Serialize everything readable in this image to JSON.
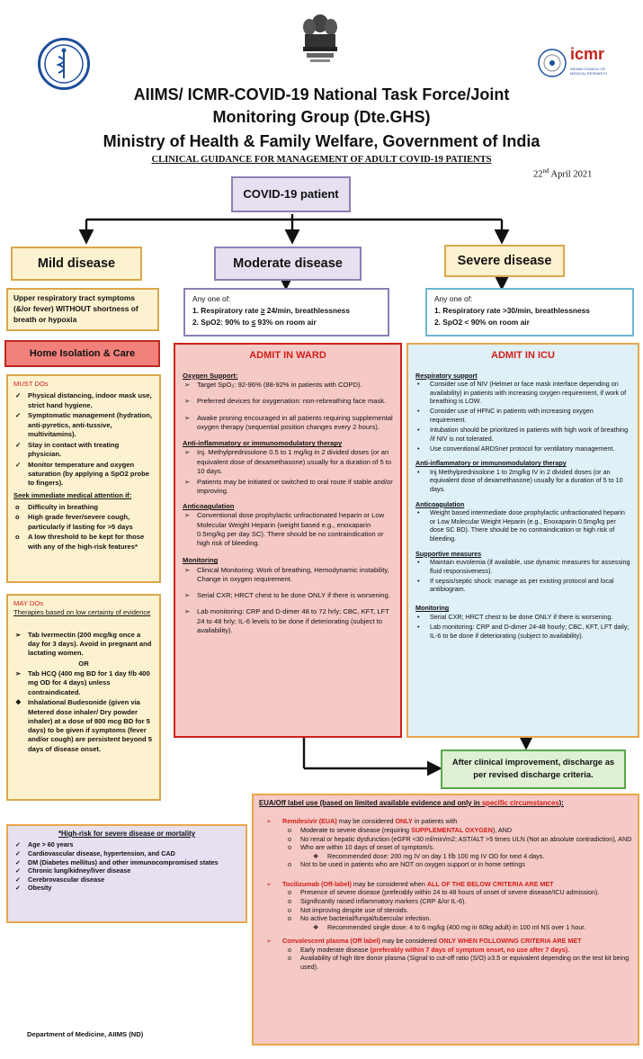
{
  "header": {
    "title_line1": "AIIMS/ ICMR-COVID-19 National Task Force/Joint",
    "title_line2": "Monitoring Group (Dte.GHS)",
    "title_line3": "Ministry of Health & Family Welfare, Government of India",
    "subtitle": "CLINICAL GUIDANCE FOR MANAGEMENT OF ADULT COVID-19 PATIENTS",
    "date_day": "22",
    "date_suffix": "nd",
    "date_rest": " April 2021",
    "icmr_logo_text": "icmr",
    "icmr_logo_subtext": "INDIAN COUNCIL OF MEDICAL RESEARCH",
    "colors": {
      "lavender": "#e6e0f1",
      "beige": "#fdf2cf",
      "pink": "#f5c9c6",
      "blue": "#dff0f6",
      "green": "#dff0d4"
    }
  },
  "root": {
    "label": "COVID-19 patient"
  },
  "mild": {
    "label": "Mild disease",
    "desc": "Upper respiratory tract symptoms (&/or fever) WITHOUT shortness of breath or hypoxia",
    "care_label": "Home Isolation & Care",
    "must_title": "MUST DOs",
    "must": [
      "Physical distancing, indoor mask use, strict hand hygiene.",
      "Symptomatic management (hydration, anti-pyretics, anti-tussive, multivitamins).",
      "Stay in contact with treating physician.",
      "Monitor temperature and oxygen saturation (by applying a SpO2 probe to fingers)."
    ],
    "seek_title": "Seek immediate medical attention if:",
    "seek": [
      "Difficulty in breathing",
      "High grade fever/severe cough, particularly if lasting for >5 days",
      "A low threshold to be kept for those with any of the high-risk features*"
    ],
    "may_title": "MAY DOs",
    "may_sub": "Therapies based on low certainty of evidence",
    "may_1": "Tab Ivermectin (200 mcg/kg once a day for 3 days). Avoid in pregnant and lactating women.",
    "may_or": "OR",
    "may_2": "Tab HCQ (400 mg BD for 1 day f/b 400 mg OD for 4 days) unless contraindicated.",
    "may_3": "Inhalational Budesonide (given via Metered dose inhaler/ Dry powder inhaler) at a dose of 800 mcg BD for 5 days) to be given if symptoms (fever and/or cough) are persistent beyond 5 days of disease onset."
  },
  "moderate": {
    "label": "Moderate disease",
    "any": "Any one of:",
    "c1a": "1.  Respiratory rate ",
    "c1b": "≥",
    "c1c": " 24/min, breathlessness",
    "c2a": "2.  SpO2: 90% to ",
    "c2b": "≤",
    "c2c": " 93% on room air",
    "admit": "ADMIT IN WARD",
    "oxy_title": "Oxygen Support:",
    "oxy": [
      "Target SpO₂: 92-96% (88-92% in patients with COPD).",
      "Preferred devices for oxygenation: non-rebreathing face mask.",
      "Awake proning encouraged in all patients requiring supplemental oxygen therapy (sequential position changes every 2 hours)."
    ],
    "anti_title": "Anti-inflammatory or immunomodulatory therapy",
    "anti": [
      "Inj. Methylprednisolone 0.5 to 1 mg/kg in 2 divided doses (or an equivalent dose of dexamethasone) usually for a duration of 5 to 10 days.",
      "Patients may be initiated or switched to oral route if stable and/or improving."
    ],
    "coag_title": "Anticoagulation",
    "coag": [
      "Conventional dose prophylactic unfractionated heparin or Low Molecular Weight Heparin (weight based e.g., enoxaparin 0.5mg/kg per day SC). There should be no contraindication or high risk of bleeding."
    ],
    "mon_title": "Monitoring",
    "mon": [
      "Clinical Monitoring: Work of breathing, Hemodynamic instability, Change in oxygen requirement.",
      "Serial CXR; HRCT chest to be done ONLY if there is worsening.",
      "Lab monitoring: CRP and D-dimer 48 to 72 hrly; CBC, KFT, LFT 24 to 48 hrly; IL-6 levels to be done if deteriorating (subject to availability)."
    ]
  },
  "severe": {
    "label": "Severe disease",
    "any": "Any one of:",
    "c1": "1.  Respiratory rate >30/min, breathlessness",
    "c2": "2.  SpO2 < 90% on room air",
    "admit": "ADMIT IN ICU",
    "resp_title": "Respiratory support",
    "resp": [
      "Consider use of NIV (Helmet or face mask interface depending on availability) in patients with increasing oxygen requirement, if work of breathing is LOW.",
      "Consider use of HFNC in patients with increasing oxygen requirement.",
      "Intubation should be prioritized in patients with high work of breathing /if NIV is not tolerated.",
      "Use conventional ARDSnet protocol for ventilatory management."
    ],
    "anti_title": "Anti-inflammatory or immunomodulatory therapy",
    "anti": [
      "Inj Methylprednisolone 1 to 2mg/kg IV in 2 divided doses (or an equivalent dose of dexamethasone) usually for a duration of 5 to 10 days."
    ],
    "coag_title": "Anticoagulation",
    "coag": [
      "Weight based intermediate dose prophylactic unfractionated heparin or Low Molecular Weight Heparin (e.g., Enoxaparin 0.5mg/kg per dose SC BD). There should be  no contraindication or high risk of bleeding."
    ],
    "supp_title": "Supportive measures",
    "supp": [
      "Maintain euvolemia (if available, use dynamic measures for assessing fluid responsiveness).",
      "If sepsis/septic shock: manage as per existing protocol and local antibiogram."
    ],
    "mon_title": "Monitoring",
    "mon": [
      "Serial CXR; HRCT chest to be done ONLY if there is worsening.",
      "Lab monitoring: CRP and D-dimer 24-48 hourly; CBC, KFT, LFT daily; IL-6 to be done if deteriorating (subject to availability)."
    ]
  },
  "discharge": {
    "text": "After clinical improvement, discharge as per revised discharge criteria."
  },
  "risk": {
    "title": "*High-risk for severe disease or mortality",
    "items": [
      "Age > 60 years",
      "Cardiovascular disease, hypertension, and CAD",
      "DM (Diabetes mellitus) and other immunocompromised states",
      "Chronic lung/kidney/liver disease",
      "Cerebrovascular disease",
      "Obesity"
    ]
  },
  "eua": {
    "title_a": "EUA/Off label use (based on limited available evidence and only in ",
    "title_b": "specific circumstances",
    "title_c": "):",
    "rem_a": "Remdesivir (EUA)",
    "rem_b": " may be considered ",
    "rem_c": "ONLY",
    "rem_d": " in patients with",
    "rem_1a": "Moderate to severe disease (requiring ",
    "rem_1b": "SUPPLEMENTAL OXYGEN",
    "rem_1c": "), AND",
    "rem_2": "No renal or hepatic dysfunction (eGFR <30 ml/min/m2; AST/ALT >5 times ULN (Not an absolute contradiction), AND",
    "rem_3": "Who are within 10 days of onset of symptom/s.",
    "rem_dose": "Recommended dose: 200 mg IV on day 1 f/b 100 mg IV OD for next 4 days.",
    "rem_4": "Not to be used in patients who are NOT on oxygen support or in home settings",
    "toc_a": "Tocilizumab (Off-label)",
    "toc_b": " may be considered when ",
    "toc_c": "ALL OF THE BELOW CRITERIA ARE MET",
    "toc_1": "Presence of severe disease (preferably within 24 to 48 hours of onset of severe disease/ICU admission).",
    "toc_2": "Significantly raised inflammatory markers (CRP &/or IL-6).",
    "toc_3": "Not improving despite use of steroids.",
    "toc_4": "No active bacterial/fungal/tubercular infection.",
    "toc_dose": "Recommended single dose: 4 to 6 mg/kg (400 mg in 60kg adult) in 100 ml NS over 1 hour.",
    "cp_a": "Convalescent plasma (Off label)",
    "cp_b": " may be considered ",
    "cp_c": "ONLY WHEN FOLLOWING CRITERIA ARE MET",
    "cp_1a": "Early moderate disease ",
    "cp_1b": "(preferably within 7 days of symptom onset, no use after 7 days)",
    "cp_1c": ".",
    "cp_2": "Availability of high titre donor plasma (Signal to cut-off ratio (S/O) ≥3.5 or equivalent depending on the test kit being used)."
  },
  "footer": {
    "dept": "Department of Medicine, AIIMS (ND)"
  }
}
